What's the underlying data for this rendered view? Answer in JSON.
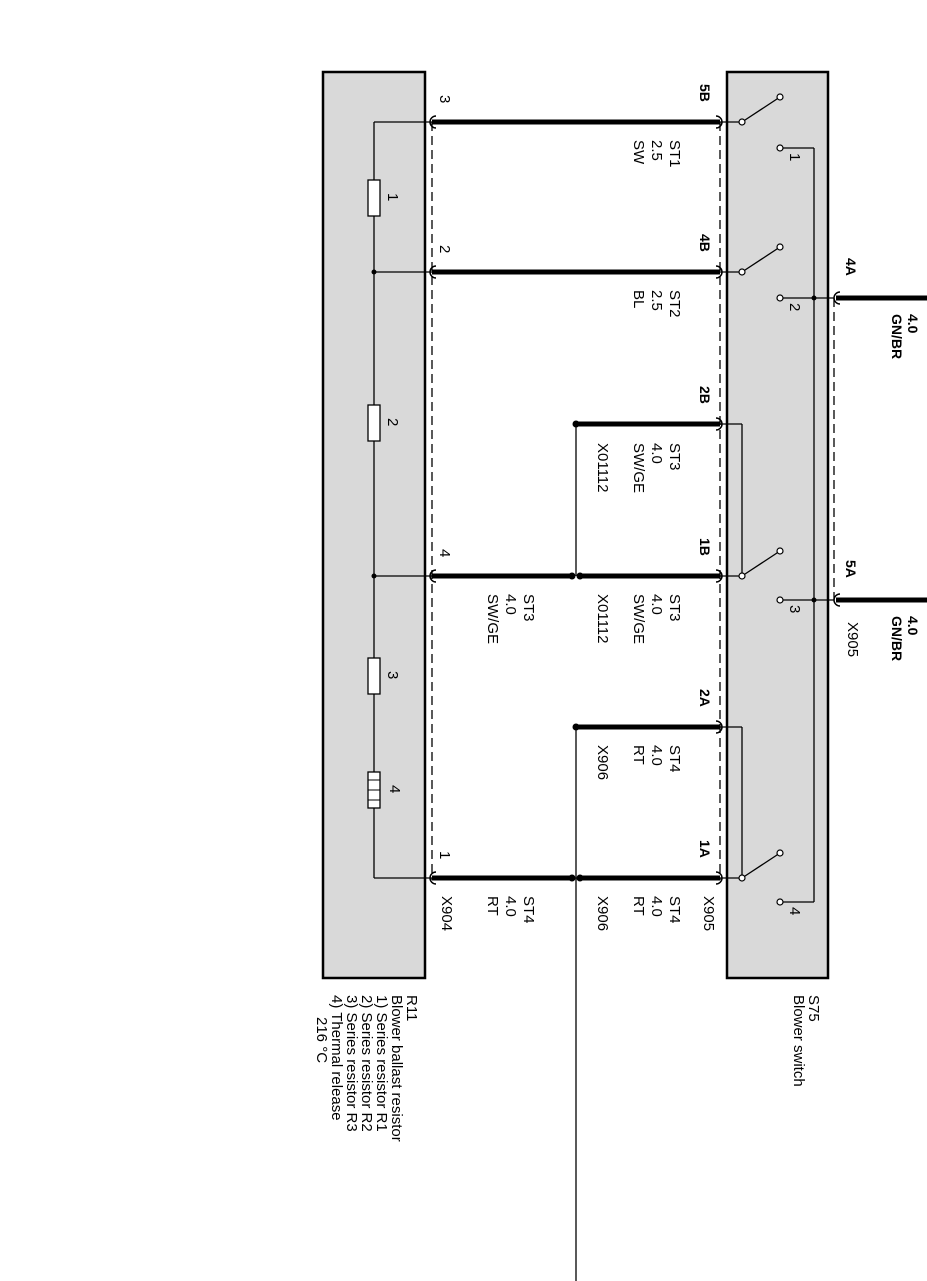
{
  "components": {
    "switch": {
      "id": "S75",
      "name": "Blower switch"
    },
    "resistor": {
      "id": "R11",
      "name": "Blower ballast resistor",
      "parts": [
        "1) Series resistor R1",
        "2) Series resistor R2",
        "3) Series resistor R3",
        "4) Thermal release"
      ],
      "temperature": "216 °C"
    }
  },
  "switch_pins": {
    "p5B": "5B",
    "p4B": "4B",
    "p2B": "2B",
    "p1B": "1B",
    "p2A": "2A",
    "p1A": "1A"
  },
  "input_pins": {
    "p4A": "4A",
    "p5A": "5A"
  },
  "switch_positions": [
    "1",
    "2",
    "3",
    "4"
  ],
  "resistor_pins": {
    "p3": "3",
    "p2": "2",
    "p4": "4",
    "p1": "1"
  },
  "resistor_elements": [
    "1",
    "2",
    "3",
    "4"
  ],
  "connectors": {
    "x904": "X904",
    "x905": "X905",
    "x906": "X906",
    "x01112": "X01112"
  },
  "wires": {
    "w1": {
      "signal": "ST1",
      "size": "2.5",
      "color": "SW"
    },
    "w2": {
      "signal": "ST2",
      "size": "2.5",
      "color": "BL"
    },
    "w3a": {
      "signal": "ST3",
      "size": "4.0",
      "color": "SW/GE",
      "connector": "X01112"
    },
    "w3b": {
      "signal": "ST3",
      "size": "4.0",
      "color": "SW/GE",
      "connector": "X01112"
    },
    "w3c": {
      "signal": "ST3",
      "size": "4.0",
      "color": "SW/GE"
    },
    "w4a": {
      "signal": "ST4",
      "size": "4.0",
      "color": "RT",
      "connector": "X906"
    },
    "w4b": {
      "signal": "ST4",
      "size": "4.0",
      "color": "RT",
      "connector": "X906"
    },
    "w4c": {
      "signal": "ST4",
      "size": "4.0",
      "color": "RT"
    },
    "in4A": {
      "size": "4.0",
      "color": "GN/BR"
    },
    "in5A": {
      "size": "4.0",
      "color": "GN/BR"
    }
  }
}
